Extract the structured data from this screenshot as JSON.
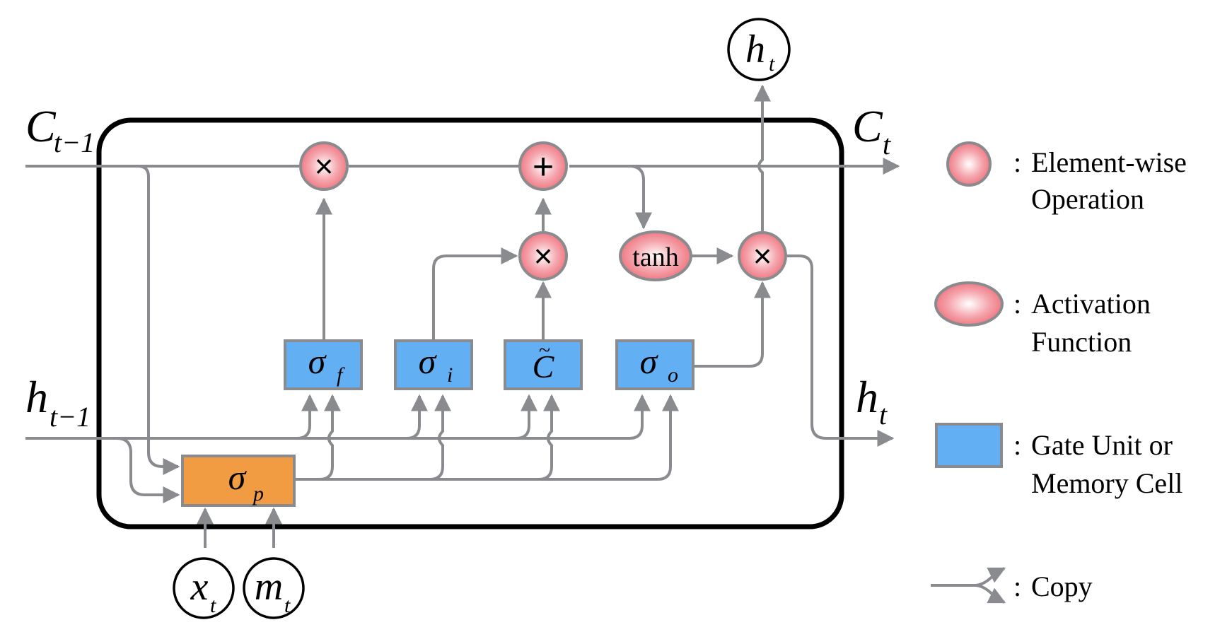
{
  "diagram": {
    "title": "LSTM cell with peephole/preprocessing gate",
    "colors": {
      "wire": "#898b8e",
      "cell_border": "#000000",
      "gate_fill": "#63aff4",
      "preprocess_fill": "#f19b42",
      "op_fill_center": "#ffffff",
      "op_fill_edge": "#ee6f7a"
    },
    "labels": {
      "c_prev": {
        "main": "C",
        "sub": "t−1"
      },
      "c_next": {
        "main": "C",
        "sub": "t"
      },
      "h_prev": {
        "main": "h",
        "sub": "t−1"
      },
      "h_next": {
        "main": "h",
        "sub": "t"
      },
      "h_out": {
        "main": "h",
        "sub": "t"
      },
      "x_in": {
        "main": "x",
        "sub": "t"
      },
      "m_in": {
        "main": "m",
        "sub": "t"
      }
    },
    "operations": {
      "forget_mult": "×",
      "cell_add": "+",
      "input_mult": "×",
      "output_mult": "×",
      "activation": "tanh"
    },
    "gates": [
      {
        "id": "forget",
        "symbol": "σ",
        "sub": "f"
      },
      {
        "id": "input",
        "symbol": "σ",
        "sub": "i"
      },
      {
        "id": "candidate",
        "symbol": "C",
        "tilde": "~",
        "sub": ""
      },
      {
        "id": "output",
        "symbol": "σ",
        "sub": "o"
      }
    ],
    "preprocess": {
      "symbol": "σ",
      "sub": "p"
    }
  },
  "legend": {
    "items": [
      {
        "icon": "circle-op-icon",
        "colon": ":",
        "line1": "Element-wise",
        "line2": "Operation"
      },
      {
        "icon": "ellipse-activation-icon",
        "colon": ":",
        "line1": "Activation",
        "line2": "Function"
      },
      {
        "icon": "gate-box-icon",
        "colon": ":",
        "line1": "Gate Unit or",
        "line2": "Memory Cell"
      },
      {
        "icon": "copy-fork-icon",
        "colon": ":",
        "line1": "Copy",
        "line2": ""
      }
    ]
  }
}
